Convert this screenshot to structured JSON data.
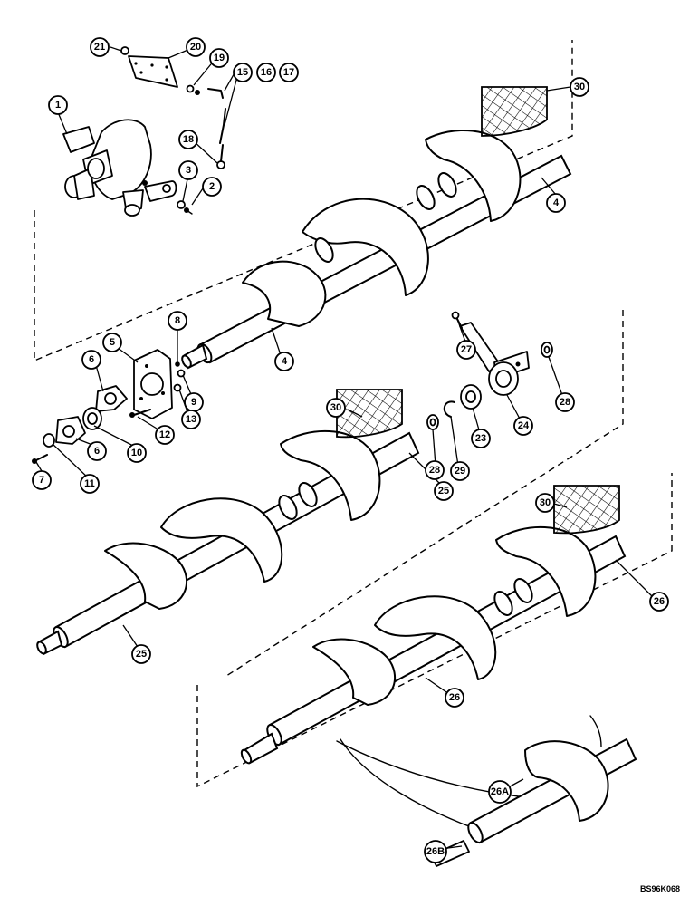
{
  "diagram": {
    "drawing_code": "BS96K068",
    "callouts": [
      {
        "id": "c1",
        "label": "1"
      },
      {
        "id": "c2",
        "label": "2"
      },
      {
        "id": "c3",
        "label": "3"
      },
      {
        "id": "c4a",
        "label": "4"
      },
      {
        "id": "c4b",
        "label": "4"
      },
      {
        "id": "c5",
        "label": "5"
      },
      {
        "id": "c6a",
        "label": "6"
      },
      {
        "id": "c6b",
        "label": "6"
      },
      {
        "id": "c7",
        "label": "7"
      },
      {
        "id": "c8",
        "label": "8"
      },
      {
        "id": "c9",
        "label": "9"
      },
      {
        "id": "c10",
        "label": "10"
      },
      {
        "id": "c11",
        "label": "11"
      },
      {
        "id": "c12",
        "label": "12"
      },
      {
        "id": "c13",
        "label": "13"
      },
      {
        "id": "c15",
        "label": "15"
      },
      {
        "id": "c16",
        "label": "16"
      },
      {
        "id": "c17",
        "label": "17"
      },
      {
        "id": "c18",
        "label": "18"
      },
      {
        "id": "c19",
        "label": "19"
      },
      {
        "id": "c20",
        "label": "20"
      },
      {
        "id": "c21",
        "label": "21"
      },
      {
        "id": "c23",
        "label": "23"
      },
      {
        "id": "c24",
        "label": "24"
      },
      {
        "id": "c25a",
        "label": "25"
      },
      {
        "id": "c25b",
        "label": "25"
      },
      {
        "id": "c26a",
        "label": "26"
      },
      {
        "id": "c26b",
        "label": "26"
      },
      {
        "id": "c26A",
        "label": "26A"
      },
      {
        "id": "c26B",
        "label": "26B"
      },
      {
        "id": "c27",
        "label": "27"
      },
      {
        "id": "c28a",
        "label": "28"
      },
      {
        "id": "c28b",
        "label": "28"
      },
      {
        "id": "c29",
        "label": "29"
      },
      {
        "id": "c30a",
        "label": "30"
      },
      {
        "id": "c30b",
        "label": "30"
      },
      {
        "id": "c30c",
        "label": "30"
      }
    ]
  }
}
